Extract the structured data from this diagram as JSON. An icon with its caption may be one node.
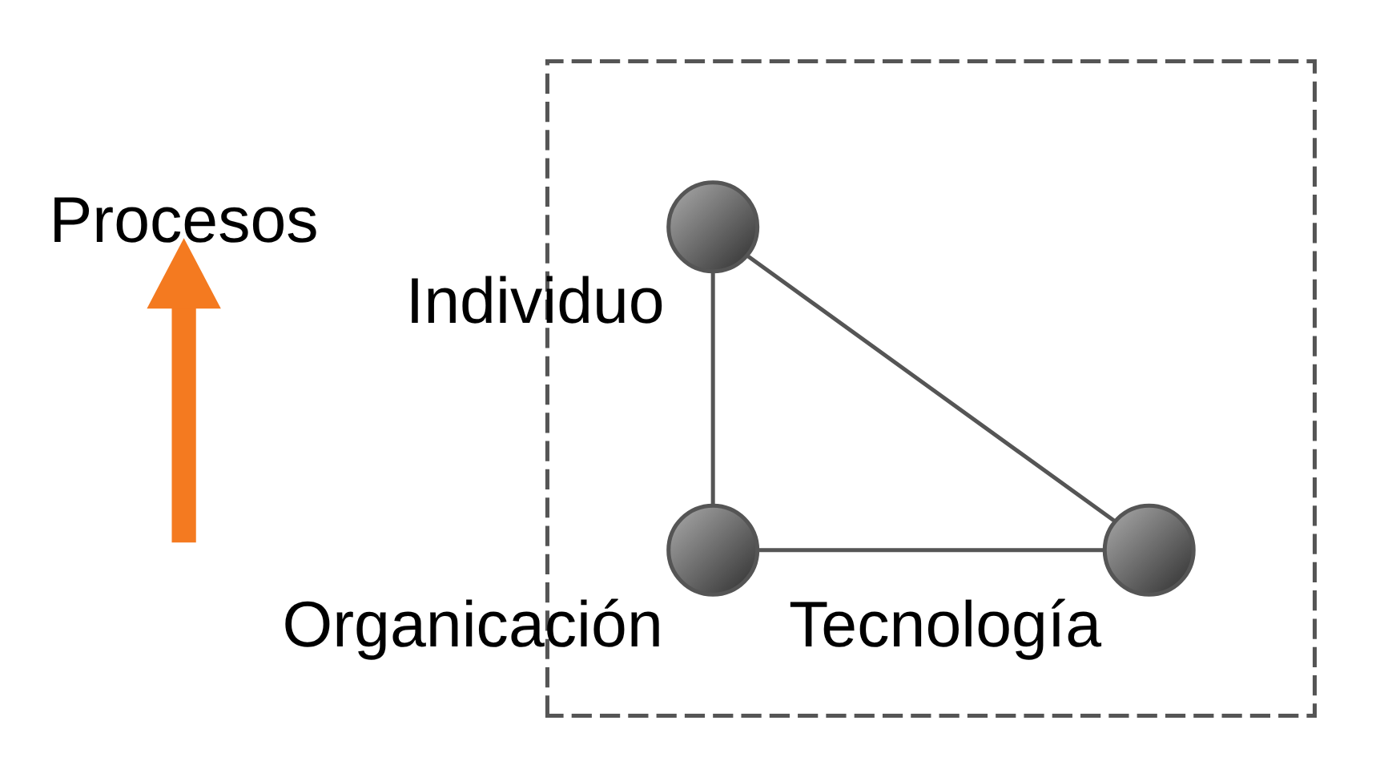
{
  "diagram": {
    "nodes": [
      {
        "text": [
          "Procesos"
        ]
      },
      {
        "text": [],
        "shape": "parallelogram"
      },
      {
        "text": [],
        "shape": "circle",
        "beside": [
          "Individuo"
        ],
        "in": 1
      },
      {
        "text": [],
        "shape": "circle",
        "beside": [
          "Organicación"
        ],
        "in": 1
      },
      {
        "text": [],
        "shape": "circle",
        "beside": [
          "Tecnología"
        ],
        "in": 1
      }
    ],
    "edges": [
      {
        "from": 3,
        "to": 2,
        "arrow": "none"
      },
      {
        "from": 2,
        "to": 4,
        "arrow": "none"
      },
      {
        "from": 3,
        "to": 4,
        "arrow": "none"
      },
      {
        "from": null,
        "to": 0,
        "arrow": "to",
        "style": "thick",
        "color": "#f47a20"
      }
    ]
  }
}
